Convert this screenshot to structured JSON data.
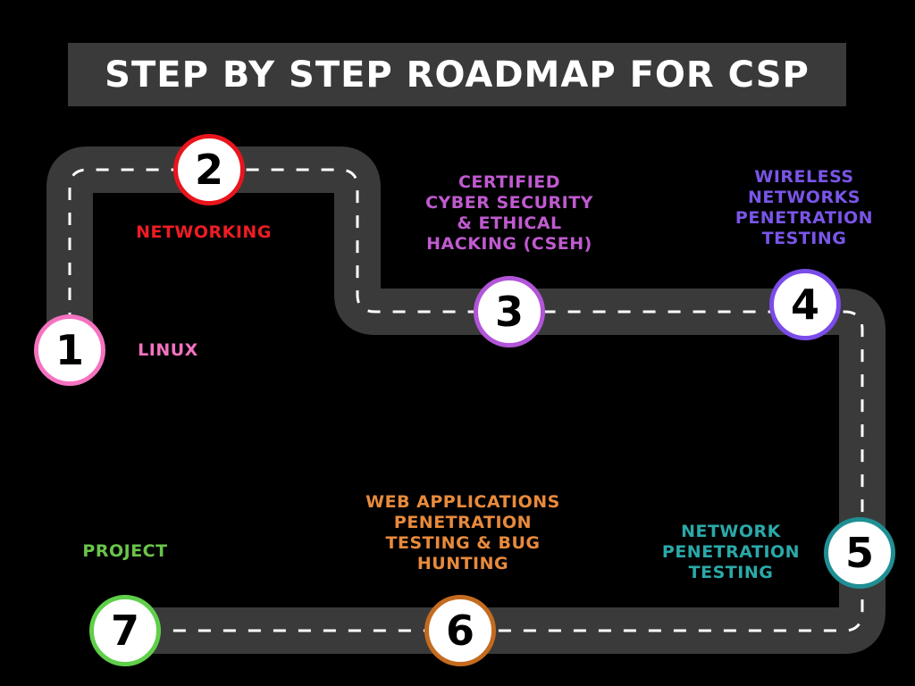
{
  "title": "STEP BY STEP ROADMAP FOR CSP",
  "road_color": "#3a3a3a",
  "dash_color": "#ffffff",
  "steps": [
    {
      "number": "1",
      "label": "LINUX",
      "color": "#f472c0"
    },
    {
      "number": "2",
      "label": "NETWORKING",
      "color": "#ee1c25"
    },
    {
      "number": "3",
      "label": "CERTIFIED\nCYBER SECURITY\n& ETHICAL\nHACKING (CSEH)",
      "color": "#c05ad0"
    },
    {
      "number": "4",
      "label": "WIRELESS\nNETWORKS\nPENETRATION\nTESTING",
      "color": "#7a55e8"
    },
    {
      "number": "5",
      "label": "NETWORK\nPENETRATION\nTESTING",
      "color": "#2aa9a8"
    },
    {
      "number": "6",
      "label": "WEB APPLICATIONS\nPENETRATION\nTESTING & BUG\nHUNTING",
      "color": "#e88a3c"
    },
    {
      "number": "7",
      "label": "PROJECT",
      "color": "#6ac44a"
    }
  ],
  "node_borders": [
    "#f472c0",
    "#e8151d",
    "#b255d8",
    "#7a4ce8",
    "#1f8f94",
    "#c46b1f",
    "#5fcf4a"
  ]
}
